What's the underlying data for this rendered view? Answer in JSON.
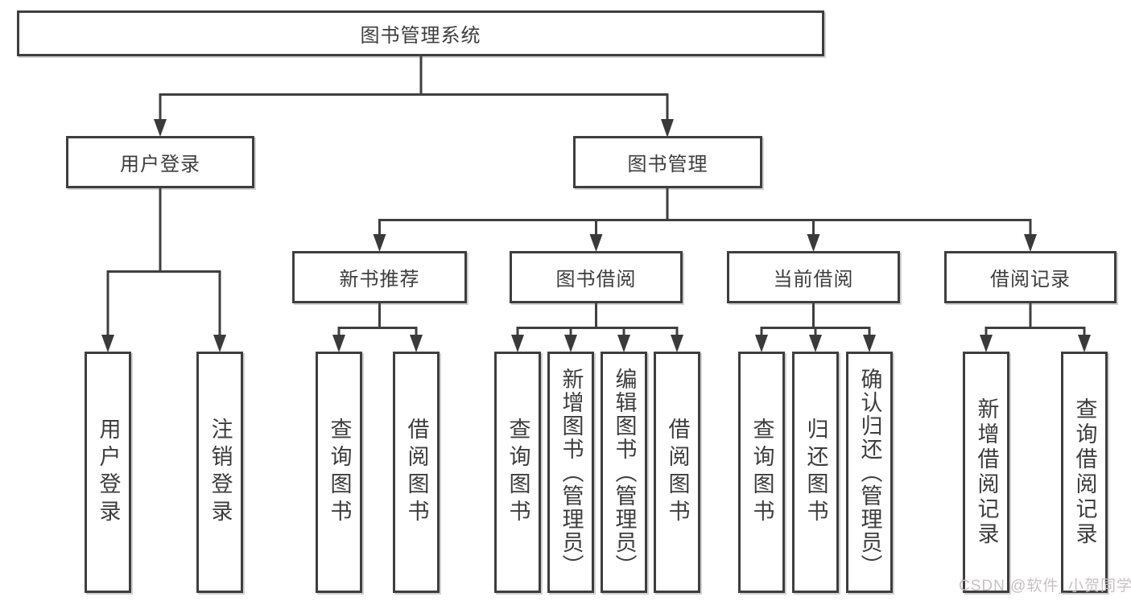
{
  "diagram_title": "图书管理系统",
  "nodes": {
    "root": "图书管理系统",
    "user_login": "用户登录",
    "book_management": "图书管理",
    "new_book": "新书推荐",
    "book_borrow": "图书借阅",
    "current_borrow": "当前借阅",
    "borrow_records": "借阅记录"
  },
  "leaves": {
    "user_login": [
      "用户登录",
      "注销登录"
    ],
    "new_book": [
      "查询图书",
      "借阅图书"
    ],
    "book_borrow": [
      "查询图书",
      "新增图书（管理员）",
      "编辑图书（管理员）",
      "借阅图书"
    ],
    "current_borrow": [
      "查询图书",
      "归还图书",
      "确认归还（管理员）"
    ],
    "borrow_records": [
      "新增借阅记录",
      "查询借阅记录"
    ]
  },
  "watermark": {
    "text": "CSDN @软件_小贺同学",
    "color": "#c7c1c3"
  },
  "colors": {
    "line": "#3f3f3f",
    "box_border": "#3e3e3e",
    "text": "#3d3d3d",
    "background": "#ffffff"
  }
}
